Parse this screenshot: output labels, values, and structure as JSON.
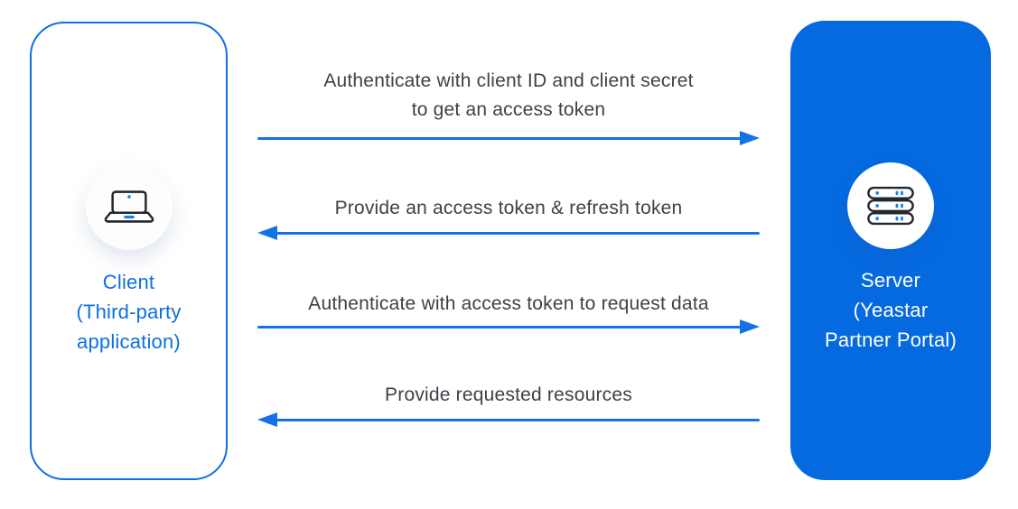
{
  "colors": {
    "accent_blue": "#0d6fe2",
    "card_fill_blue": "#0569e0",
    "arrow_blue": "#1372e9",
    "text_dark": "#3d4148",
    "icon_stroke": "#24282d",
    "icon_accent": "#1584ea"
  },
  "diagram": {
    "client": {
      "icon": "laptop-icon",
      "label_lines": [
        "Client",
        "(Third-party",
        "application)"
      ]
    },
    "server": {
      "icon": "server-rack-icon",
      "label_lines": [
        "Server",
        "(Yeastar",
        "Partner Portal)"
      ]
    },
    "messages": [
      {
        "direction": "right",
        "lines": [
          "Authenticate with client ID and client secret",
          "to get an access token"
        ]
      },
      {
        "direction": "left",
        "lines": [
          "Provide an access token & refresh token",
          ""
        ]
      },
      {
        "direction": "right",
        "lines": [
          "Authenticate with access token to request data",
          ""
        ]
      },
      {
        "direction": "left",
        "lines": [
          "Provide requested resources",
          ""
        ]
      }
    ]
  }
}
